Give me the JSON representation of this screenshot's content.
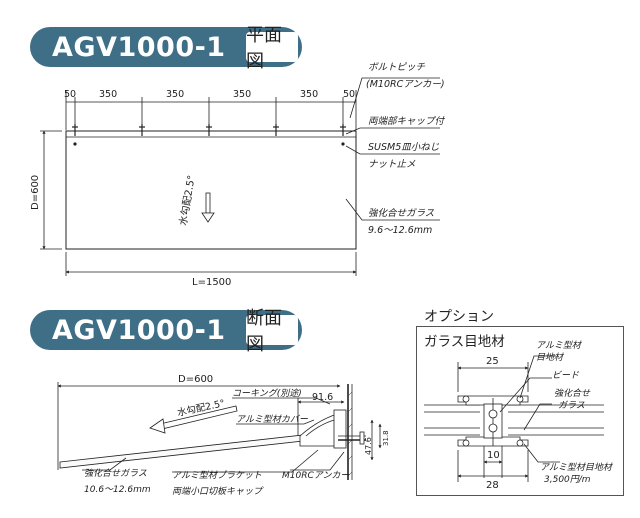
{
  "top": {
    "model": "AGV1000-1",
    "view": "平面図",
    "dims": [
      "50",
      "350",
      "350",
      "350",
      "350",
      "50"
    ],
    "depth": "D=600",
    "length": "L=1500",
    "slope": "水勾配2.5°",
    "labels": {
      "bolt_pitch": "ボルトピッチ",
      "anchor": "(M10RCアンカー)",
      "cap": "両端部キャップ付",
      "screw": "SUSM5皿小ねじ",
      "nut": "ナット止メ",
      "glass": "強化合せガラス",
      "glass_thk": "9.6～12.6mm"
    }
  },
  "section": {
    "model": "AGV1000-1",
    "view": "断面図",
    "depth": "D=600",
    "slope": "水勾配2.5°",
    "labels": {
      "caulk": "コーキング(別途)",
      "dim_916": "91.6",
      "cover": "アルミ型材カバー",
      "glass": "強化合せガラス",
      "glass_thk": "10.6～12.6mm",
      "bracket": "アルミ型材ブラケット",
      "cap": "両端小口切板キャップ",
      "anchor": "M10RCアンカー",
      "dim_476": "47.6",
      "dim_318": "31.8"
    }
  },
  "option": {
    "title": "オプション",
    "head": "ガラス目地材",
    "labels": {
      "profile": "アルミ型材",
      "profile2": "目地材",
      "bead": "ビード",
      "glass1": "強化合せ",
      "glass2": "ガラス",
      "joint": "アルミ型材目地材",
      "price": "3,500円/m"
    },
    "dims": {
      "top": "25",
      "mid": "10",
      "bottom": "28"
    }
  }
}
